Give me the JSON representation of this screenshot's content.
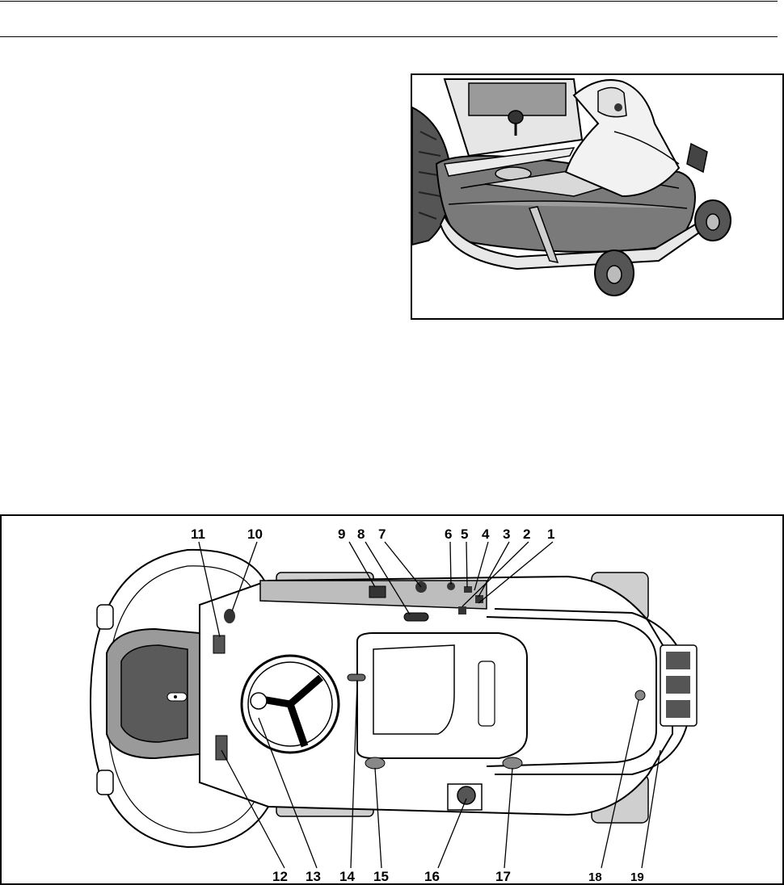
{
  "header": {
    "top_rule": true,
    "bottom_rule": true
  },
  "figure_top": {
    "kind": "line-illustration",
    "subject": "mower deck front view"
  },
  "figure_bottom": {
    "kind": "line-illustration",
    "subject": "rider mower top view",
    "top_callouts": [
      "11",
      "10",
      "9",
      "8",
      "7",
      "6",
      "5",
      "4",
      "3",
      "2",
      "1"
    ],
    "bottom_callouts": [
      "12",
      "13",
      "14",
      "15",
      "16",
      "17",
      "18",
      "19"
    ]
  }
}
